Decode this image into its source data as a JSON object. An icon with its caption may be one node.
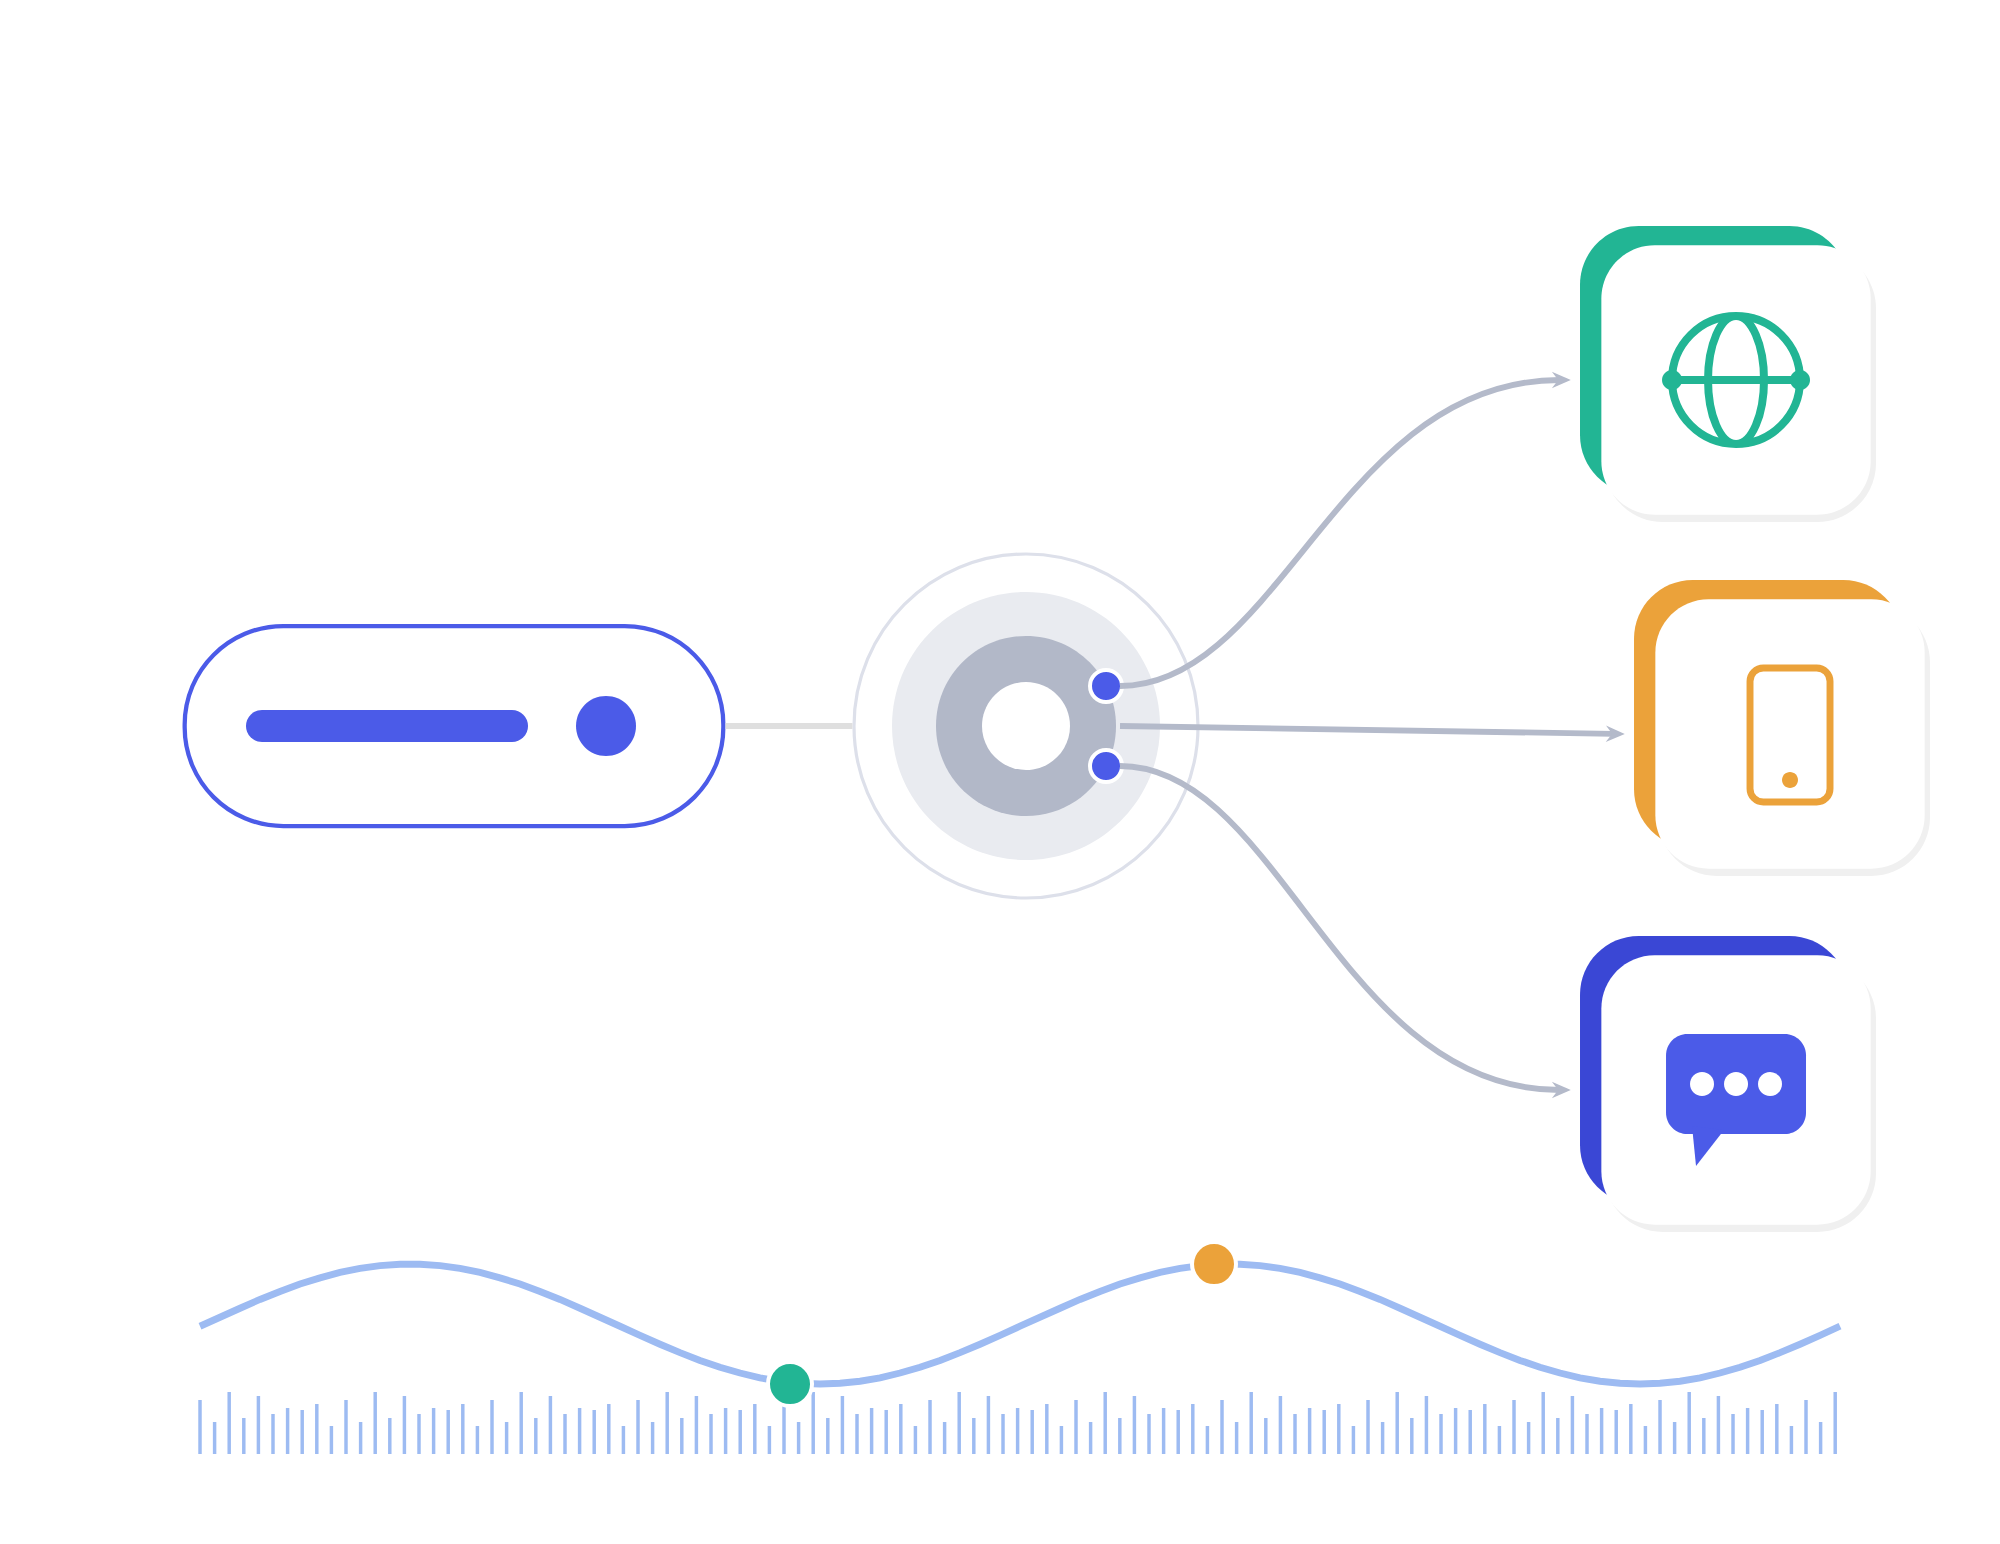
{
  "diagram": {
    "nodes": [
      {
        "text": [],
        "shape": "box"
      },
      {
        "text": [],
        "shape": "circle"
      },
      {
        "text": [],
        "shape": "box"
      },
      {
        "text": [],
        "shape": "box"
      },
      {
        "text": [],
        "shape": "box"
      }
    ],
    "edges": [
      {
        "from": 0,
        "to": 1,
        "arrow": "none"
      },
      {
        "from": 1,
        "to": 2,
        "arrow": "to"
      },
      {
        "from": 1,
        "to": 3,
        "arrow": "to"
      },
      {
        "from": 1,
        "to": 4,
        "arrow": "to"
      }
    ]
  }
}
